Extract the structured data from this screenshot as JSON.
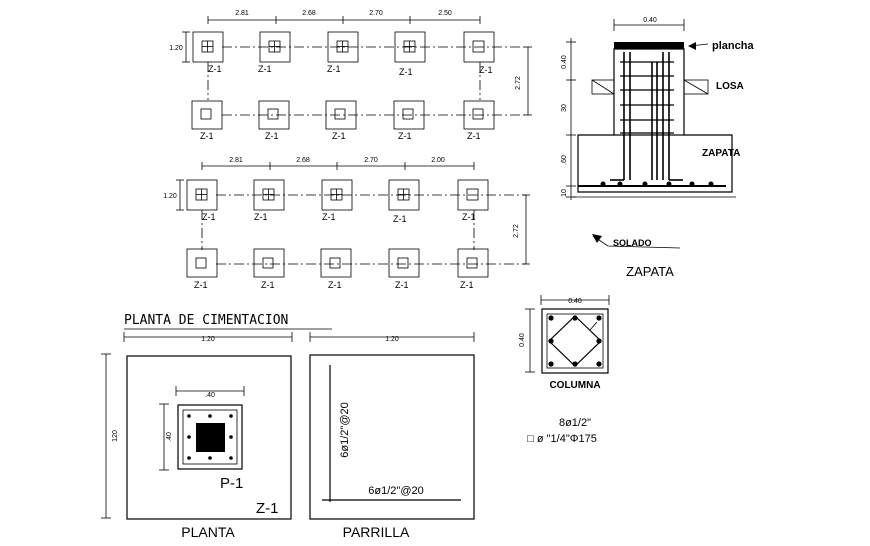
{
  "plan_top": {
    "spans": [
      "2.81",
      "2.68",
      "2.70",
      "2.50"
    ],
    "side_left": "1.20",
    "side_right": "2.72",
    "row1_labels": [
      "Z-1",
      "Z-1",
      "Z-1",
      "Z-1",
      "Z-1"
    ],
    "row2_labels": [
      "Z-1",
      "Z-1",
      "Z-1",
      "Z-1",
      "Z-1"
    ]
  },
  "plan_bottom": {
    "spans": [
      "2.81",
      "2.68",
      "2.70",
      "2.00"
    ],
    "side_left": "1.20",
    "side_right": "2.72",
    "row1_labels": [
      "Z-1",
      "Z-1",
      "Z-1",
      "Z-1",
      "Z-1"
    ],
    "row2_labels": [
      "Z-1",
      "Z-1",
      "Z-1",
      "Z-1",
      "Z-1"
    ]
  },
  "section": {
    "top_dim": "0.40",
    "plancha": "plancha",
    "losa": "LOSA",
    "zapata": "ZAPATA",
    "solado": "SOLADO",
    "title": "ZAPATA",
    "dim_top": "0.40",
    "dim_mid": "30",
    "dim_low": ".60",
    "dim_base": "10"
  },
  "plan_title": "PLANTA DE CIMENTACION",
  "planta": {
    "top_dim": "1.20",
    "side_dim": "120",
    "col_top_dim": ".40",
    "col_side_dim": ".40",
    "col_label": "P-1",
    "footing_label": "Z-1",
    "caption": "PLANTA"
  },
  "parrilla": {
    "top_dim": "1.20",
    "vertical_bars": "6ø1/2\"@20",
    "horizontal_bars": "6ø1/2\"@20",
    "caption": "PARRILLA"
  },
  "columna": {
    "top_dim": "0.40",
    "side_dim": "0.40",
    "caption": "COLUMNA",
    "spec_main": "8ø1/2\"",
    "spec_stirrup": "□ ø \"1/4\"Φ175"
  }
}
